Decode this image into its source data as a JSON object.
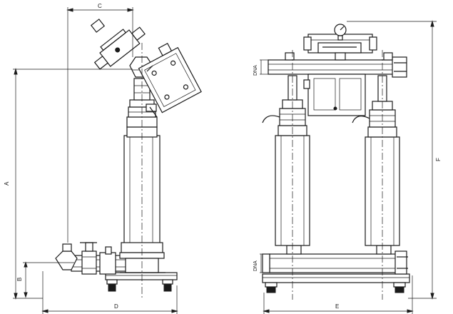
{
  "labels": {
    "dim_a": "A",
    "dim_b": "B",
    "dim_c": "C",
    "dim_d": "D",
    "dim_e": "E",
    "dim_f": "F",
    "dn_top": "DNA",
    "dn_bottom": "DNA"
  },
  "colors": {
    "line": "#1a1a1a",
    "paper": "#ffffff",
    "shade": "#f2f2f2"
  }
}
